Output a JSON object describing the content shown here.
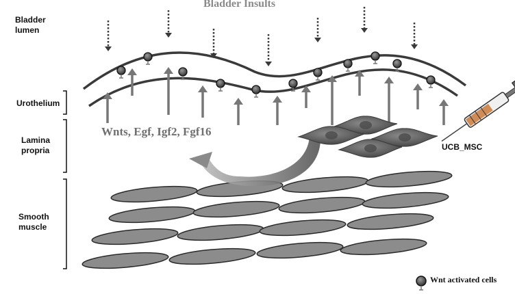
{
  "title": "Bladder Insults",
  "layers": {
    "lumen": "Bladder\nlumen",
    "urothelium": "Urothelium",
    "lamina": "Lamina\npropria",
    "muscle": "Smooth\nmuscle"
  },
  "factors": "Wnts, Egf, Igf2, Fgf16",
  "injector_label": "UCB_MSC",
  "legend": {
    "label": "Wnt activated cells"
  },
  "colors": {
    "membrane": "#3a3a3a",
    "arrow": "#777777",
    "muscle_fill": "#8c8c8c",
    "muscle_stroke": "#2a2a2a",
    "msc": "#5a5a5a",
    "curved_arrow": "#6a6a6a"
  }
}
